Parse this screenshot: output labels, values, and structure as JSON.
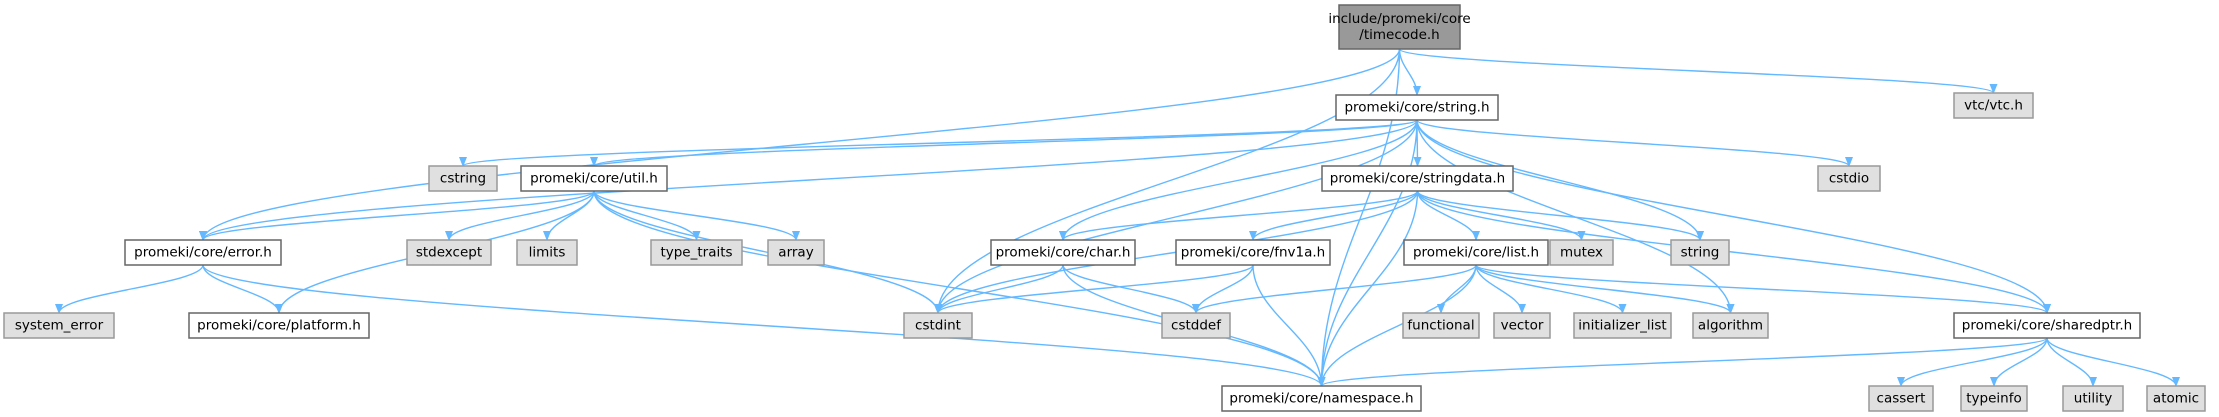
{
  "graph_title": "Include dependency graph for timecode.h",
  "colors": {
    "edge": "#63b8ff",
    "root_fill": "#999999",
    "internal_fill": "#ffffff",
    "system_fill": "#e0e0e0",
    "border": "#666666"
  },
  "nodes": [
    {
      "id": "timecode",
      "label_lines": [
        "include/promeki/core",
        "/timecode.h"
      ],
      "kind": "root"
    },
    {
      "id": "string_h",
      "label_lines": [
        "promeki/core/string.h"
      ],
      "kind": "internal"
    },
    {
      "id": "vtc",
      "label_lines": [
        "vtc/vtc.h"
      ],
      "kind": "system"
    },
    {
      "id": "cstring",
      "label_lines": [
        "cstring"
      ],
      "kind": "system"
    },
    {
      "id": "util",
      "label_lines": [
        "promeki/core/util.h"
      ],
      "kind": "internal"
    },
    {
      "id": "stringdata",
      "label_lines": [
        "promeki/core/stringdata.h"
      ],
      "kind": "internal"
    },
    {
      "id": "cstdio",
      "label_lines": [
        "cstdio"
      ],
      "kind": "system"
    },
    {
      "id": "error",
      "label_lines": [
        "promeki/core/error.h"
      ],
      "kind": "internal"
    },
    {
      "id": "stdexcept",
      "label_lines": [
        "stdexcept"
      ],
      "kind": "system"
    },
    {
      "id": "limits",
      "label_lines": [
        "limits"
      ],
      "kind": "system"
    },
    {
      "id": "type_traits",
      "label_lines": [
        "type_traits"
      ],
      "kind": "system"
    },
    {
      "id": "array",
      "label_lines": [
        "array"
      ],
      "kind": "system"
    },
    {
      "id": "char_h",
      "label_lines": [
        "promeki/core/char.h"
      ],
      "kind": "internal"
    },
    {
      "id": "fnv1a",
      "label_lines": [
        "promeki/core/fnv1a.h"
      ],
      "kind": "internal"
    },
    {
      "id": "list_h",
      "label_lines": [
        "promeki/core/list.h"
      ],
      "kind": "internal"
    },
    {
      "id": "mutex",
      "label_lines": [
        "mutex"
      ],
      "kind": "system"
    },
    {
      "id": "string_std",
      "label_lines": [
        "string"
      ],
      "kind": "system"
    },
    {
      "id": "system_error",
      "label_lines": [
        "system_error"
      ],
      "kind": "system"
    },
    {
      "id": "platform",
      "label_lines": [
        "promeki/core/platform.h"
      ],
      "kind": "internal"
    },
    {
      "id": "cstdint",
      "label_lines": [
        "cstdint"
      ],
      "kind": "system"
    },
    {
      "id": "cstddef",
      "label_lines": [
        "cstddef"
      ],
      "kind": "system"
    },
    {
      "id": "functional",
      "label_lines": [
        "functional"
      ],
      "kind": "system"
    },
    {
      "id": "vector",
      "label_lines": [
        "vector"
      ],
      "kind": "system"
    },
    {
      "id": "initializer_list",
      "label_lines": [
        "initializer_list"
      ],
      "kind": "system"
    },
    {
      "id": "algorithm",
      "label_lines": [
        "algorithm"
      ],
      "kind": "system"
    },
    {
      "id": "sharedptr",
      "label_lines": [
        "promeki/core/sharedptr.h"
      ],
      "kind": "internal"
    },
    {
      "id": "namespace",
      "label_lines": [
        "promeki/core/namespace.h"
      ],
      "kind": "internal"
    },
    {
      "id": "cassert",
      "label_lines": [
        "cassert"
      ],
      "kind": "system"
    },
    {
      "id": "typeinfo",
      "label_lines": [
        "typeinfo"
      ],
      "kind": "system"
    },
    {
      "id": "utility",
      "label_lines": [
        "utility"
      ],
      "kind": "system"
    },
    {
      "id": "atomic",
      "label_lines": [
        "atomic"
      ],
      "kind": "system"
    }
  ],
  "edges": [
    [
      "timecode",
      "string_h"
    ],
    [
      "timecode",
      "vtc"
    ],
    [
      "timecode",
      "error"
    ],
    [
      "timecode",
      "cstdint"
    ],
    [
      "timecode",
      "namespace"
    ],
    [
      "string_h",
      "cstring"
    ],
    [
      "string_h",
      "util"
    ],
    [
      "string_h",
      "stringdata"
    ],
    [
      "string_h",
      "cstdio"
    ],
    [
      "string_h",
      "error"
    ],
    [
      "string_h",
      "char_h"
    ],
    [
      "string_h",
      "string_std"
    ],
    [
      "string_h",
      "algorithm"
    ],
    [
      "string_h",
      "sharedptr"
    ],
    [
      "string_h",
      "cstdint"
    ],
    [
      "string_h",
      "namespace"
    ],
    [
      "util",
      "error"
    ],
    [
      "util",
      "stdexcept"
    ],
    [
      "util",
      "limits"
    ],
    [
      "util",
      "type_traits"
    ],
    [
      "util",
      "array"
    ],
    [
      "util",
      "cstdint"
    ],
    [
      "util",
      "platform"
    ],
    [
      "util",
      "namespace"
    ],
    [
      "stringdata",
      "char_h"
    ],
    [
      "stringdata",
      "fnv1a"
    ],
    [
      "stringdata",
      "list_h"
    ],
    [
      "stringdata",
      "mutex"
    ],
    [
      "stringdata",
      "string_std"
    ],
    [
      "stringdata",
      "sharedptr"
    ],
    [
      "stringdata",
      "cstdint"
    ],
    [
      "stringdata",
      "namespace"
    ],
    [
      "error",
      "system_error"
    ],
    [
      "error",
      "platform"
    ],
    [
      "error",
      "namespace"
    ],
    [
      "char_h",
      "cstdint"
    ],
    [
      "char_h",
      "cstddef"
    ],
    [
      "char_h",
      "namespace"
    ],
    [
      "fnv1a",
      "cstdint"
    ],
    [
      "fnv1a",
      "cstddef"
    ],
    [
      "fnv1a",
      "namespace"
    ],
    [
      "list_h",
      "functional"
    ],
    [
      "list_h",
      "vector"
    ],
    [
      "list_h",
      "initializer_list"
    ],
    [
      "list_h",
      "algorithm"
    ],
    [
      "list_h",
      "sharedptr"
    ],
    [
      "list_h",
      "cstddef"
    ],
    [
      "list_h",
      "namespace"
    ],
    [
      "sharedptr",
      "cassert"
    ],
    [
      "sharedptr",
      "typeinfo"
    ],
    [
      "sharedptr",
      "utility"
    ],
    [
      "sharedptr",
      "atomic"
    ],
    [
      "sharedptr",
      "namespace"
    ]
  ]
}
